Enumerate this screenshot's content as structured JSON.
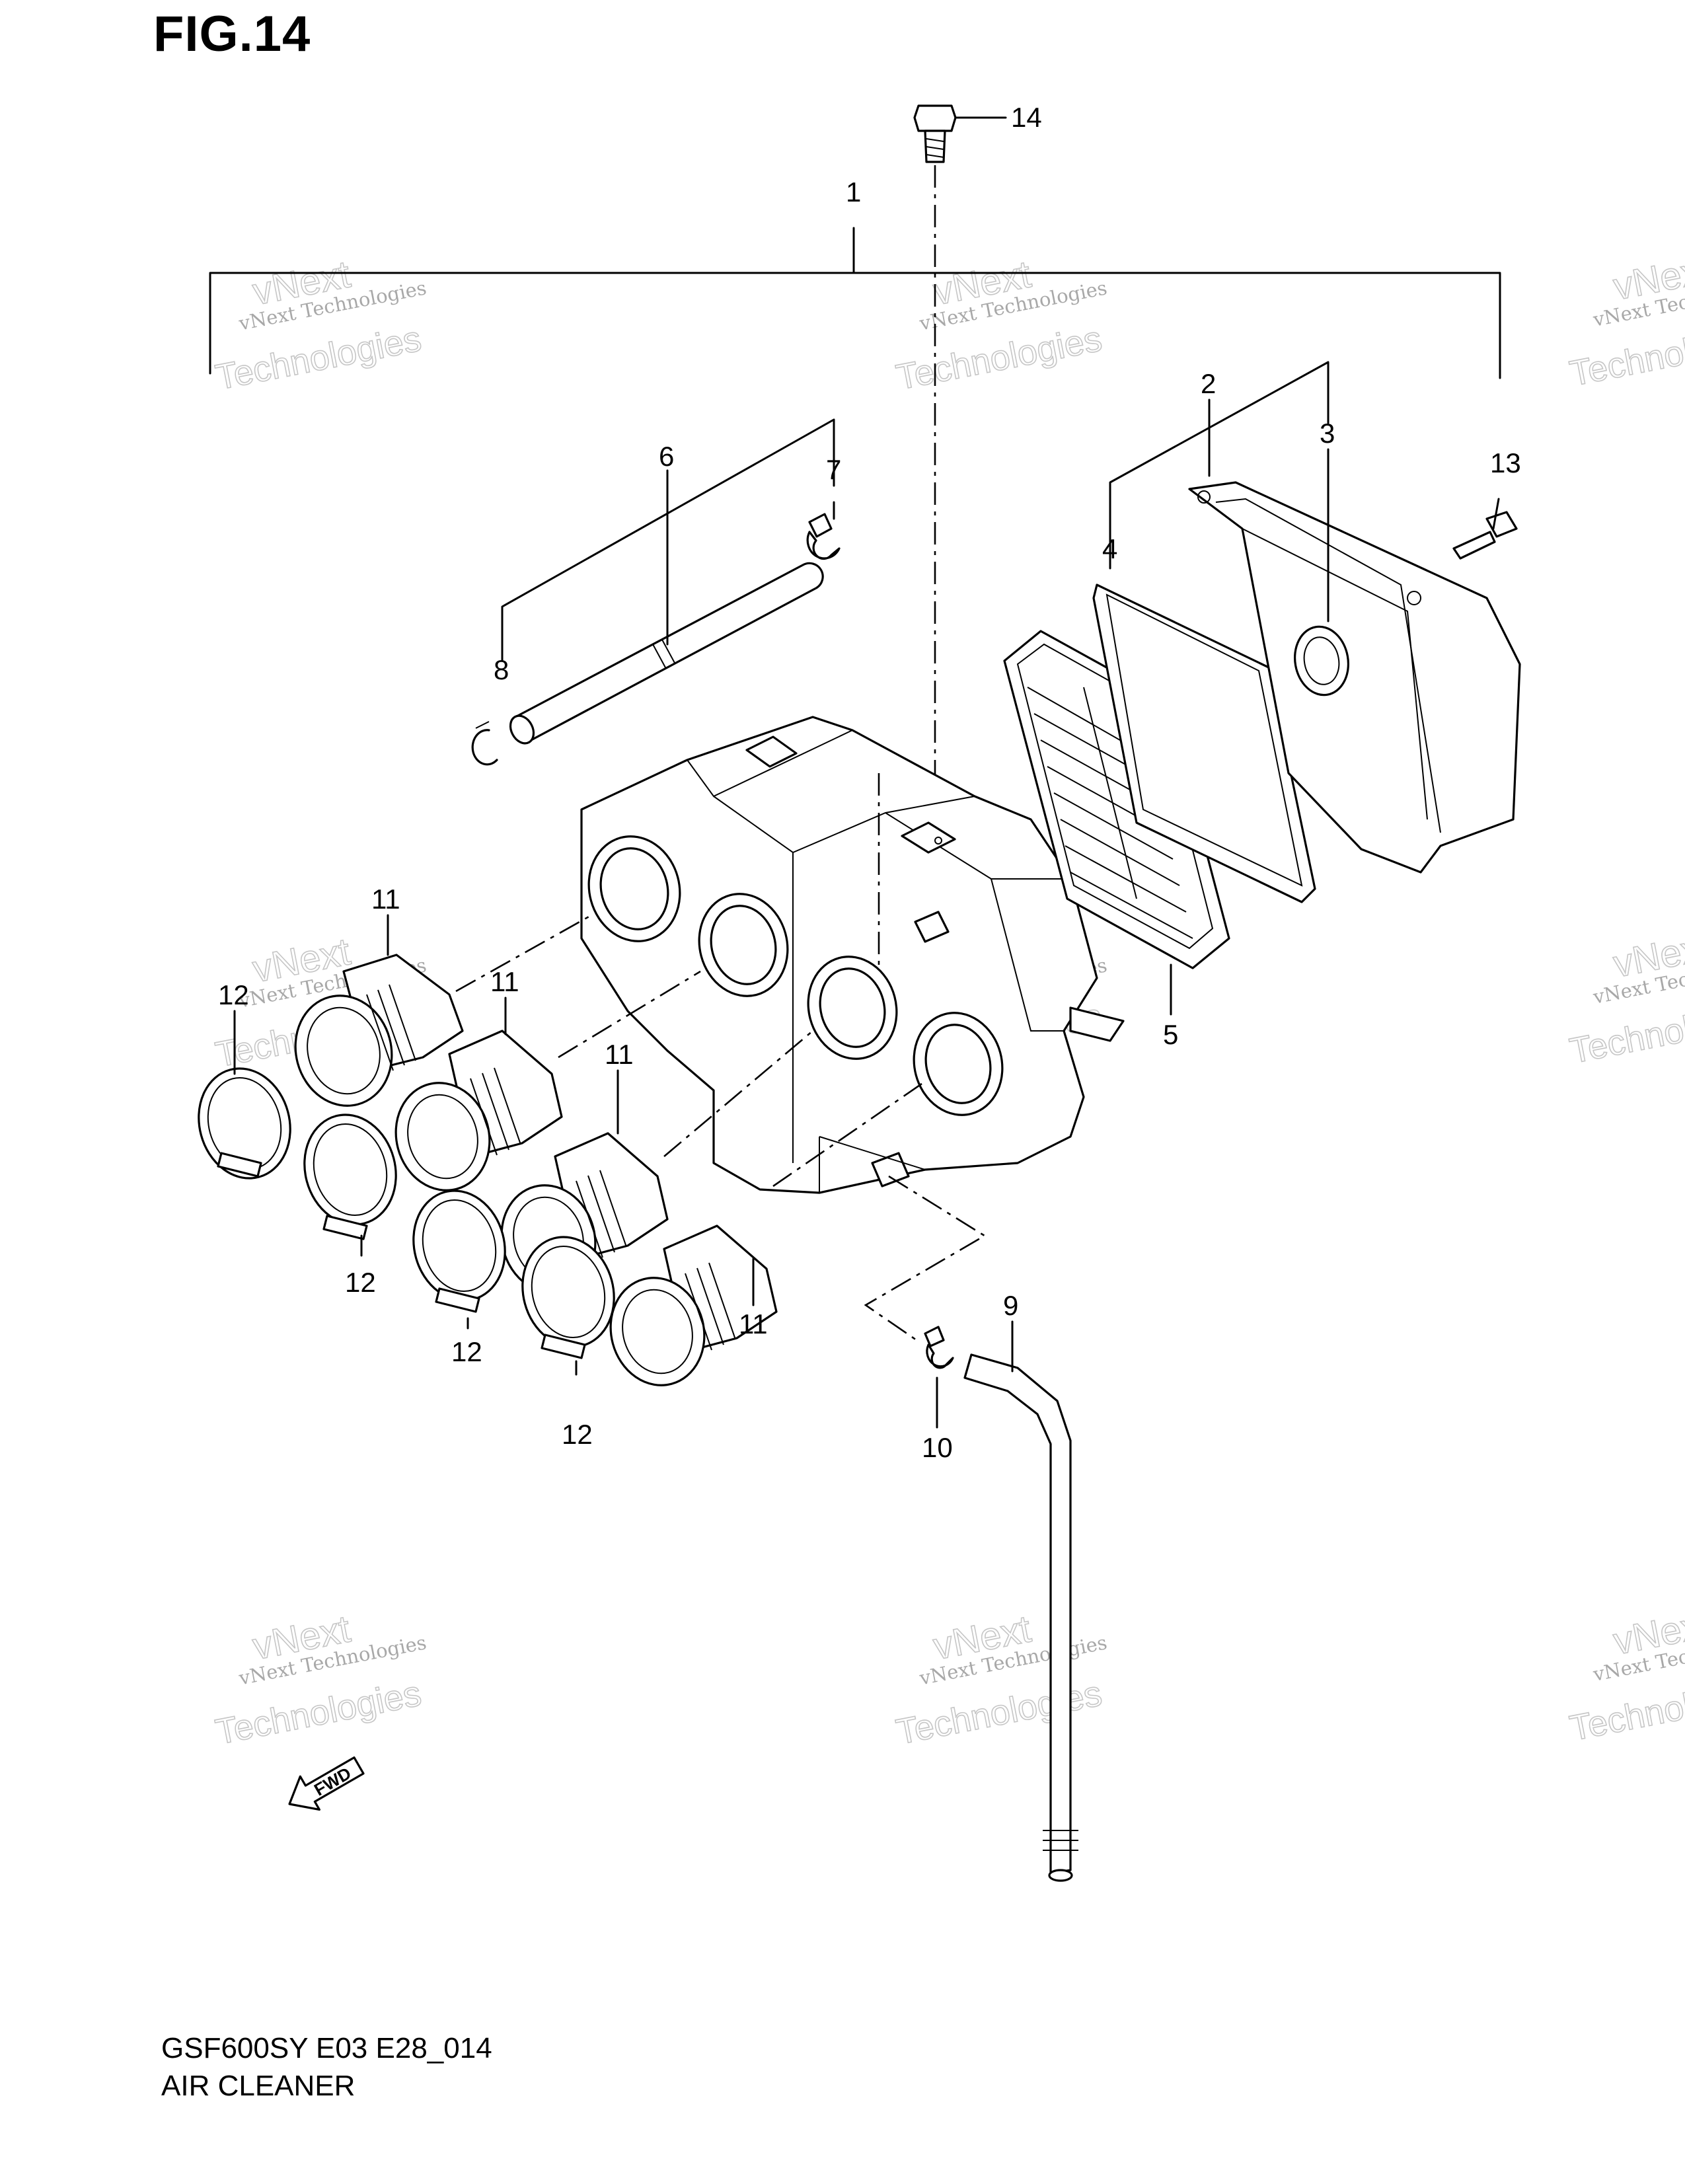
{
  "figure": {
    "title": "FIG.14",
    "model_code": "GSF600SY E03 E28_014",
    "assembly_name": "AIR CLEANER"
  },
  "callouts": {
    "c1": "1",
    "c2": "2",
    "c3": "3",
    "c4": "4",
    "c5": "5",
    "c6": "6",
    "c7": "7",
    "c8": "8",
    "c9": "9",
    "c10": "10",
    "c11": "11",
    "c12": "12",
    "c13": "13",
    "c14": "14"
  },
  "fwd_marker": {
    "label": "FWD"
  },
  "watermark": {
    "line1": "vNext Technologies",
    "line2": "vNext",
    "line3": "Technologies"
  },
  "colors": {
    "ink": "#000000",
    "watermark": "#c6c6c6",
    "background": "#ffffff"
  }
}
